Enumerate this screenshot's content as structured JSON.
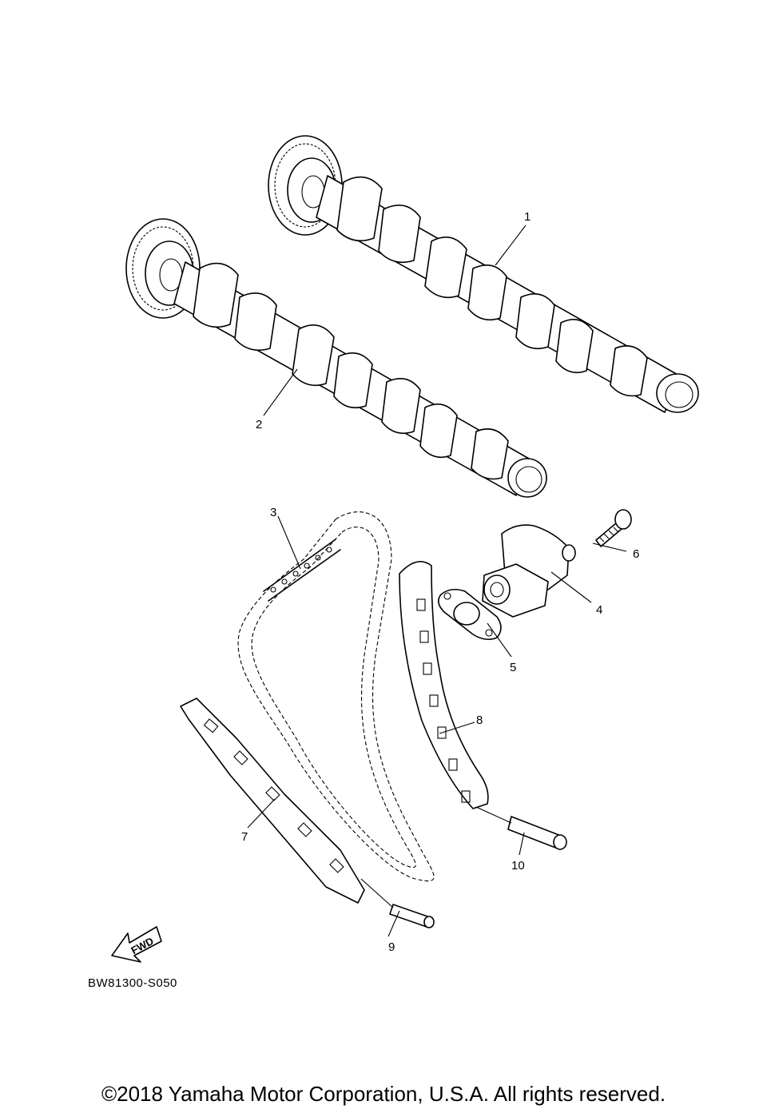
{
  "callouts": {
    "c1": "1",
    "c2": "2",
    "c3": "3",
    "c4": "4",
    "c5": "5",
    "c6": "6",
    "c7": "7",
    "c8": "8",
    "c9": "9",
    "c10": "10"
  },
  "fwd_arrow_label": "FWD",
  "drawing_code": "BW81300-S050",
  "copyright": "©2018 Yamaha Motor Corporation, U.S.A. All rights reserved."
}
